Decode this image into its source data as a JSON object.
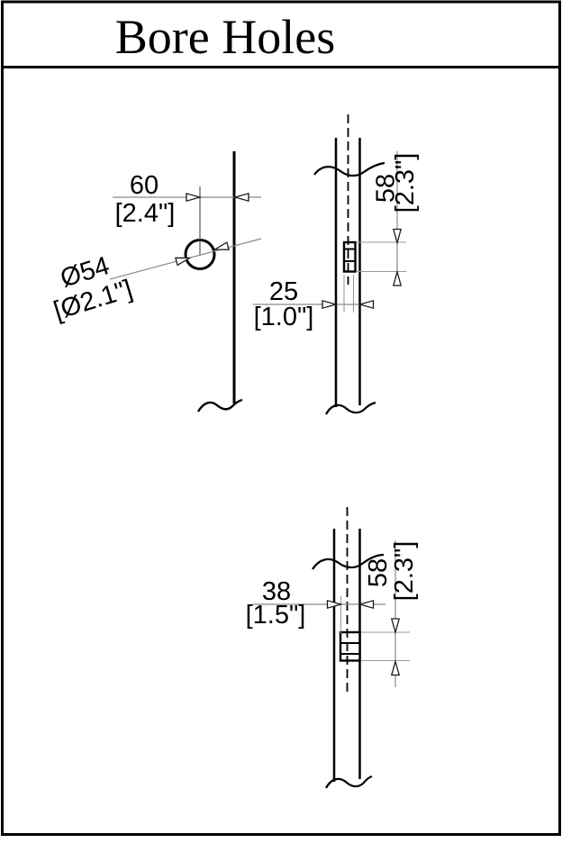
{
  "title": "Bore Holes",
  "colors": {
    "line": "#000000",
    "dimension_line": "#8a8a8a",
    "background": "#ffffff"
  },
  "figures": {
    "front_view": {
      "dim_offset": {
        "mm": "60",
        "inch": "[2.4\"]"
      },
      "dim_diameter": {
        "mm": "Ø54",
        "inch": "[Ø2.1\"]"
      }
    },
    "side_view_top": {
      "dim_depth": {
        "mm": "58",
        "inch": "[2.3\"]"
      },
      "dim_width": {
        "mm": "25",
        "inch": "[1.0\"]"
      }
    },
    "side_view_bottom": {
      "dim_depth": {
        "mm": "58",
        "inch": "[2.3\"]"
      },
      "dim_width": {
        "mm": "38",
        "inch": "[1.5\"]"
      }
    }
  }
}
